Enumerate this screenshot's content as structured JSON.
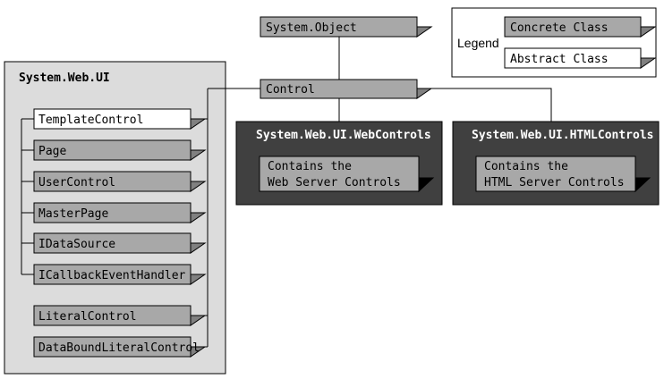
{
  "colors": {
    "concrete": "#a8a8a8",
    "abstract": "#ffffff",
    "namespace_panel": "#dcdcdc",
    "dark_panel": "#404040",
    "line": "#000000"
  },
  "legend": {
    "title": "Legend",
    "concrete_label": "Concrete Class",
    "abstract_label": "Abstract Class"
  },
  "root": {
    "label": "System.Object",
    "kind": "concrete"
  },
  "control": {
    "label": "Control",
    "kind": "concrete"
  },
  "system_web_ui": {
    "title": "System.Web.UI",
    "items": [
      {
        "label": "TemplateControl",
        "kind": "abstract"
      },
      {
        "label": "Page",
        "kind": "concrete"
      },
      {
        "label": "UserControl",
        "kind": "concrete"
      },
      {
        "label": "MasterPage",
        "kind": "concrete"
      },
      {
        "label": "IDataSource",
        "kind": "concrete"
      },
      {
        "label": "ICallbackEventHandler",
        "kind": "concrete"
      },
      {
        "label": "LiteralControl",
        "kind": "concrete"
      },
      {
        "label": "DataBoundLiteralControl",
        "kind": "concrete"
      }
    ]
  },
  "web_controls": {
    "title": "System.Web.UI.WebControls",
    "desc_line1": "Contains the",
    "desc_line2": "Web Server Controls"
  },
  "html_controls": {
    "title": "System.Web.UI.HTMLControls",
    "desc_line1": "Contains the",
    "desc_line2": "HTML Server Controls"
  }
}
